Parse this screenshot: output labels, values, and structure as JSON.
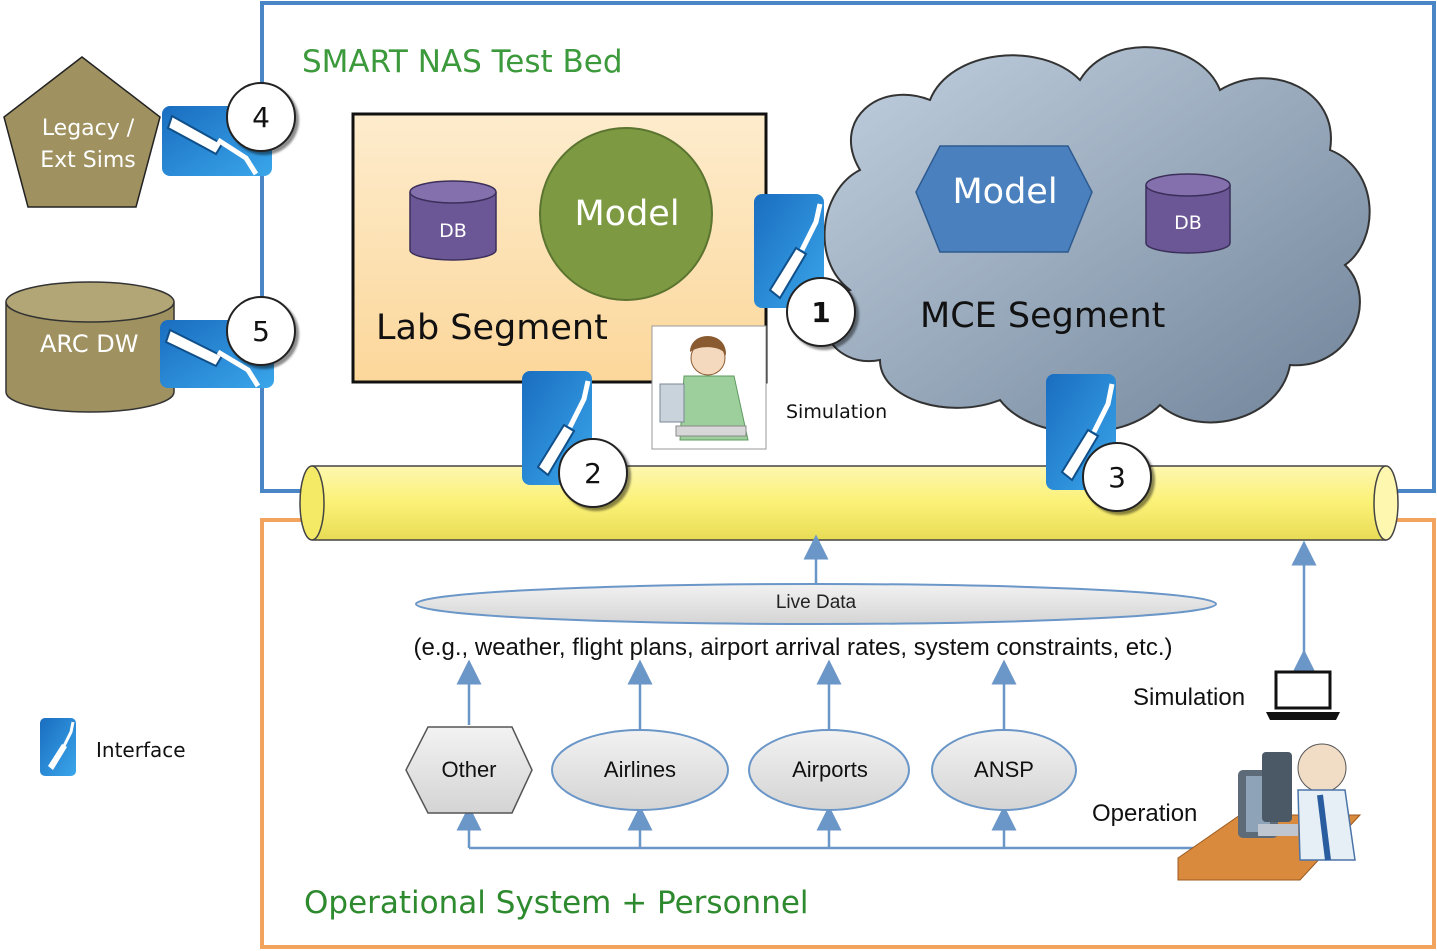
{
  "testbed": {
    "title": "SMART NAS Test Bed"
  },
  "operational": {
    "title": "Operational System + Personnel"
  },
  "externals": {
    "legacy": "Legacy /\nExt Sims",
    "arc_dw": "ARC DW"
  },
  "lab_segment": {
    "label": "Lab Segment",
    "model": "Model",
    "db": "DB"
  },
  "mce_segment": {
    "label": "MCE Segment",
    "model": "Model",
    "db": "DB"
  },
  "simulation_person": "Simulation",
  "interfaces": [
    "1",
    "2",
    "3",
    "4",
    "5"
  ],
  "legend": {
    "interface_label": "Interface"
  },
  "live_data": {
    "title": "Live Data",
    "examples": "(e.g., weather, flight plans, airport arrival rates, system constraints, etc.)"
  },
  "sources": [
    "Other",
    "Airlines",
    "Airports",
    "ANSP"
  ],
  "simulation_laptop": "Simulation",
  "operation": "Operation",
  "colors": {
    "testbed_border": "#4a86c5",
    "operational_border": "#f2a35e",
    "title_green": "#3c9a3c",
    "lab_fill": "#fde6bf",
    "model_green": "#7d9a42",
    "cylinder_purple": "#6b5696",
    "pipe_yellow": "#fcf47c",
    "cloud_blue": "#8fa6bf",
    "hex_blue": "#4a80bd",
    "olive": "#9f9160",
    "gray_shape": "#e3e3e3"
  }
}
